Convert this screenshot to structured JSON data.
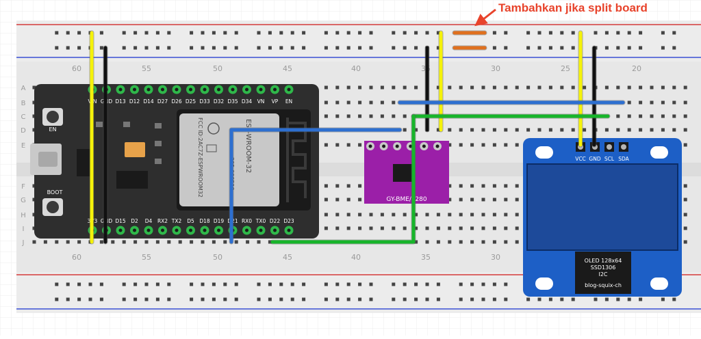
{
  "annotation": {
    "text": "Tambahkan jika split board",
    "color": "#e8432b"
  },
  "breadboard": {
    "column_numbers": [
      "60",
      "55",
      "50",
      "45",
      "40",
      "35",
      "30",
      "25",
      "20"
    ],
    "row_letters_top": [
      "A",
      "B",
      "C",
      "D",
      "E"
    ],
    "row_letters_bottom": [
      "F",
      "G",
      "H",
      "I",
      "J"
    ]
  },
  "esp32": {
    "pins_top": [
      "VIN",
      "GND",
      "D13",
      "D12",
      "D14",
      "D27",
      "D26",
      "D25",
      "D33",
      "D32",
      "D35",
      "D34",
      "VN",
      "VP",
      "EN"
    ],
    "pins_bottom": [
      "3V3",
      "GND",
      "D15",
      "D2",
      "D4",
      "RX2",
      "TX2",
      "D5",
      "D18",
      "D19",
      "D21",
      "RX0",
      "TX0",
      "D22",
      "D23"
    ],
    "button_en": "EN",
    "button_boot": "BOOT",
    "module_label": "ESP-WROOM-32",
    "fcc_text": "FCC ID:2AC7Z-ESPWROOM32",
    "cert_text": "205-000519"
  },
  "bme280": {
    "label": "GY-BME/P280"
  },
  "oled": {
    "pins": [
      "VCC",
      "GND",
      "SCL",
      "SDA"
    ],
    "label_lines": [
      "OLED 128x64",
      "SSD1306",
      "I2C"
    ],
    "credit": "blog-squix-ch"
  },
  "colors": {
    "power_wire": "#f5f20a",
    "ground_wire": "#111111",
    "sda_wire": "#2d6fd0",
    "scl_wire": "#17b52a",
    "jumper": "#e0701e",
    "esp_board": "#2e2e2e",
    "bme_board": "#9b1fa8",
    "oled_board": "#1d5fc6"
  }
}
